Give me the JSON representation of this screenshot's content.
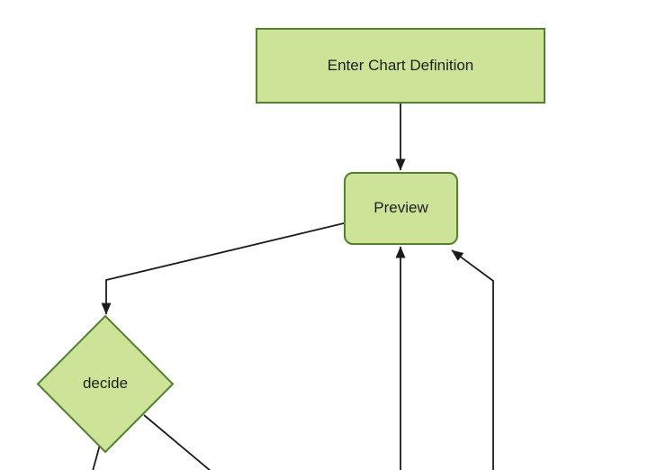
{
  "diagram": {
    "kind": "flowchart",
    "background_color": "#ffffff",
    "theme": {
      "node_fill": "#cde498",
      "node_border": "#538130",
      "edge_color": "#1c1c1c",
      "text_color": "#1f1f1f"
    },
    "nodes": {
      "enter_chart_definition": {
        "label": "Enter Chart Definition",
        "shape": "rectangle"
      },
      "preview": {
        "label": "Preview",
        "shape": "rounded-rectangle"
      },
      "decide": {
        "label": "decide",
        "shape": "diamond"
      }
    },
    "edges": [
      {
        "from": "enter_chart_definition",
        "to": "preview",
        "arrowhead": "filled-triangle"
      },
      {
        "from": "preview",
        "to": "decide",
        "arrowhead": "filled-triangle"
      },
      {
        "from": "offscreen_bottom",
        "to": "preview",
        "arrowhead": "filled-triangle"
      },
      {
        "from": "offscreen_bottom_right",
        "to": "preview",
        "arrowhead": "filled-triangle"
      },
      {
        "from": "decide",
        "to": "offscreen_bottom_left",
        "arrowhead": "none-visible"
      },
      {
        "from": "decide",
        "to": "offscreen_bottom_right",
        "arrowhead": "none-visible"
      }
    ]
  }
}
